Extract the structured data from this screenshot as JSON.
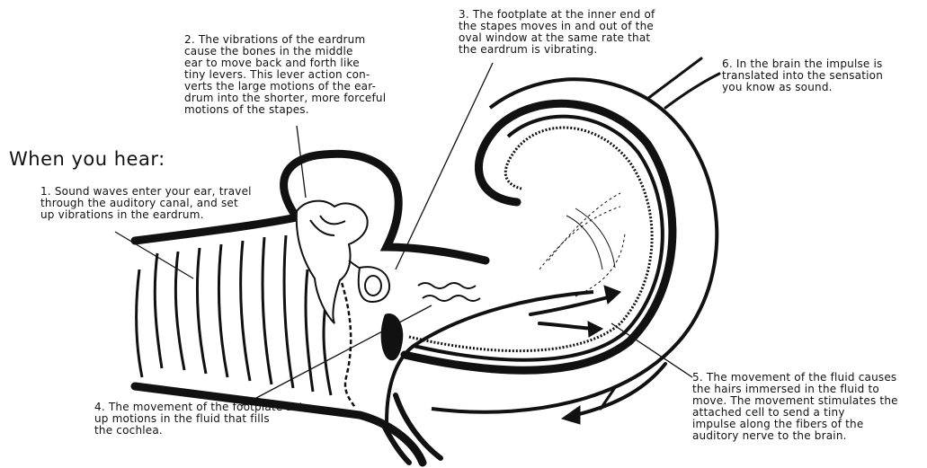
{
  "title": "When you hear:",
  "steps": {
    "s1": [
      "1. Sound waves enter your ear, travel",
      "through the auditory canal, and set",
      "up vibrations in the eardrum."
    ],
    "s2": [
      "2. The vibrations of the eardrum",
      "cause the bones in the middle",
      "ear to move back and forth like",
      "tiny levers. This lever action con-",
      "verts the large motions of the ear-",
      "drum into the shorter, more forceful",
      "motions of the stapes."
    ],
    "s3": [
      "3. The footplate at the inner end of",
      "the stapes moves in and out of the",
      "oval window at the same rate that",
      "the eardrum is vibrating."
    ],
    "s4": [
      "4. The movement of the footplate sets",
      "up motions in the fluid that fills",
      "the cochlea."
    ],
    "s5": [
      "5. The movement of the fluid causes",
      "the hairs immersed in the fluid to",
      "move. The movement stimulates the",
      "attached cell to send a tiny",
      "impulse along the fibers of the",
      "auditory nerve to the brain."
    ],
    "s6": [
      "6. In the brain the impulse is",
      "translated into the sensation",
      "you know as sound."
    ]
  },
  "colors": {
    "ink": "#111111",
    "paper": "#ffffff"
  }
}
